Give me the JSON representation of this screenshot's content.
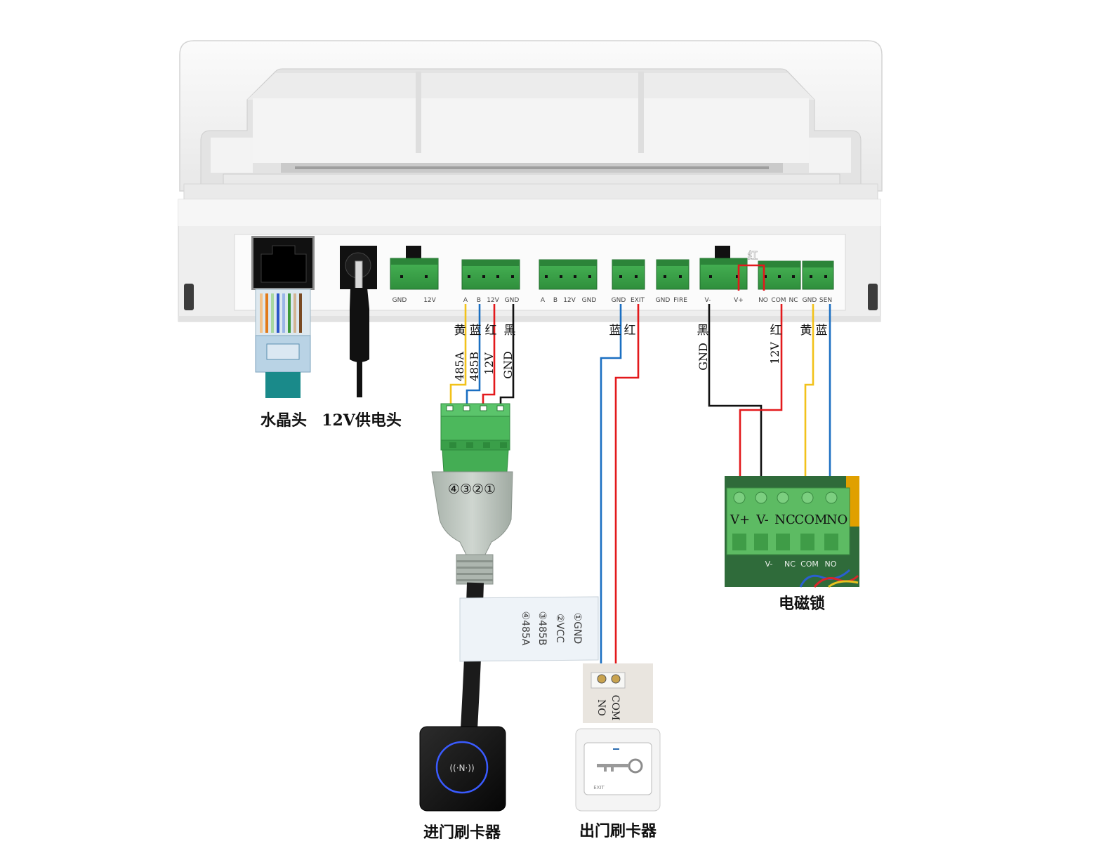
{
  "device": {
    "ports": {
      "power": [
        "GND",
        "12V"
      ],
      "rs485_in": [
        "A",
        "B",
        "12V",
        "GND"
      ],
      "rs485_out": [
        "A",
        "B",
        "12V",
        "GND"
      ],
      "exit": [
        "GND",
        "EXIT"
      ],
      "fire": [
        "GND",
        "FIRE"
      ],
      "lock_power": [
        "V-",
        "V+"
      ],
      "relay": [
        "NO",
        "COM",
        "NC"
      ],
      "sensor": [
        "GND",
        "SEN"
      ]
    },
    "jumper_label": "红"
  },
  "wires": {
    "reader_in_colors": [
      "黄",
      "蓝",
      "红",
      "黑"
    ],
    "reader_in_signals": [
      "485A",
      "485B",
      "12V",
      "GND"
    ],
    "exit_colors": [
      "蓝",
      "红"
    ],
    "lock_neg_color": "黑",
    "lock_neg_signal": "GND",
    "lock_pos_color": "红",
    "lock_pos_signal": "12V",
    "lock_signal_colors": [
      "黄",
      "蓝"
    ]
  },
  "connector": {
    "pin_order": "④③②①"
  },
  "cable_tag": [
    "①GND",
    "②VCC",
    "③485B",
    "④485A"
  ],
  "reader": {
    "logo": "((·N·))"
  },
  "exit_button": {
    "terminals": [
      "NO",
      "COM"
    ],
    "text": "EXIT"
  },
  "lock": {
    "terminals": [
      "V+",
      "V-",
      "NC",
      "COM",
      "NO"
    ],
    "board_print": [
      "V-",
      "NC",
      "COM",
      "NO"
    ]
  },
  "captions": {
    "rj45": "水晶头",
    "dc_plug": "12V供电头",
    "reader_in": "进门刷卡器",
    "reader_out": "出门刷卡器",
    "lock": "电磁锁"
  },
  "colors": {
    "yellow": "#f2c21a",
    "blue": "#1b6fc2",
    "red": "#e3191c",
    "black": "#111111",
    "terminal_green": "#3fae4f"
  }
}
